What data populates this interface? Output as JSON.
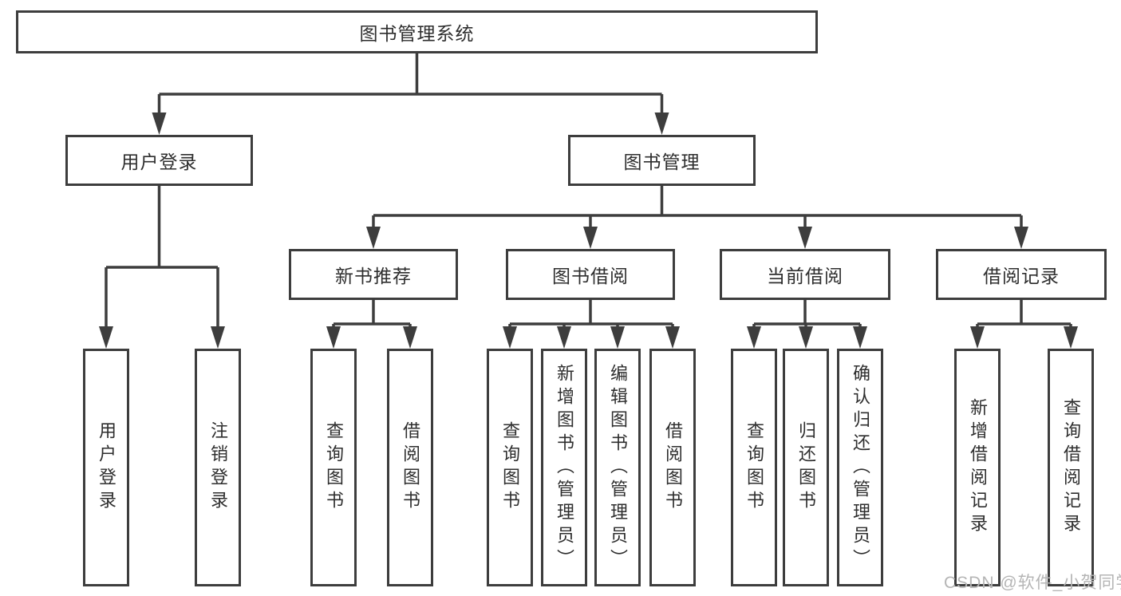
{
  "tree": {
    "root": {
      "label": "图书管理系统"
    },
    "branches": [
      {
        "label": "用户登录",
        "children": [
          {
            "label": "用户登录"
          },
          {
            "label": "注销登录"
          }
        ]
      },
      {
        "label": "图书管理",
        "children": [
          {
            "label": "新书推荐",
            "children": [
              {
                "label": "查询图书"
              },
              {
                "label": "借阅图书"
              }
            ]
          },
          {
            "label": "图书借阅",
            "children": [
              {
                "label": "查询图书"
              },
              {
                "label": "新增图书（管理员）"
              },
              {
                "label": "编辑图书（管理员）"
              },
              {
                "label": "借阅图书"
              }
            ]
          },
          {
            "label": "当前借阅",
            "children": [
              {
                "label": "查询图书"
              },
              {
                "label": "归还图书"
              },
              {
                "label": "确认归还（管理员）"
              }
            ]
          },
          {
            "label": "借阅记录",
            "children": [
              {
                "label": "新增借阅记录"
              },
              {
                "label": "查询借阅记录"
              }
            ]
          }
        ]
      }
    ]
  },
  "watermark": "CSDN @软件_小贺同学",
  "colors": {
    "line": "#3d3d3d",
    "text": "#2e2e2e",
    "watermark": "#b5b5b5",
    "background": "#ffffff"
  }
}
